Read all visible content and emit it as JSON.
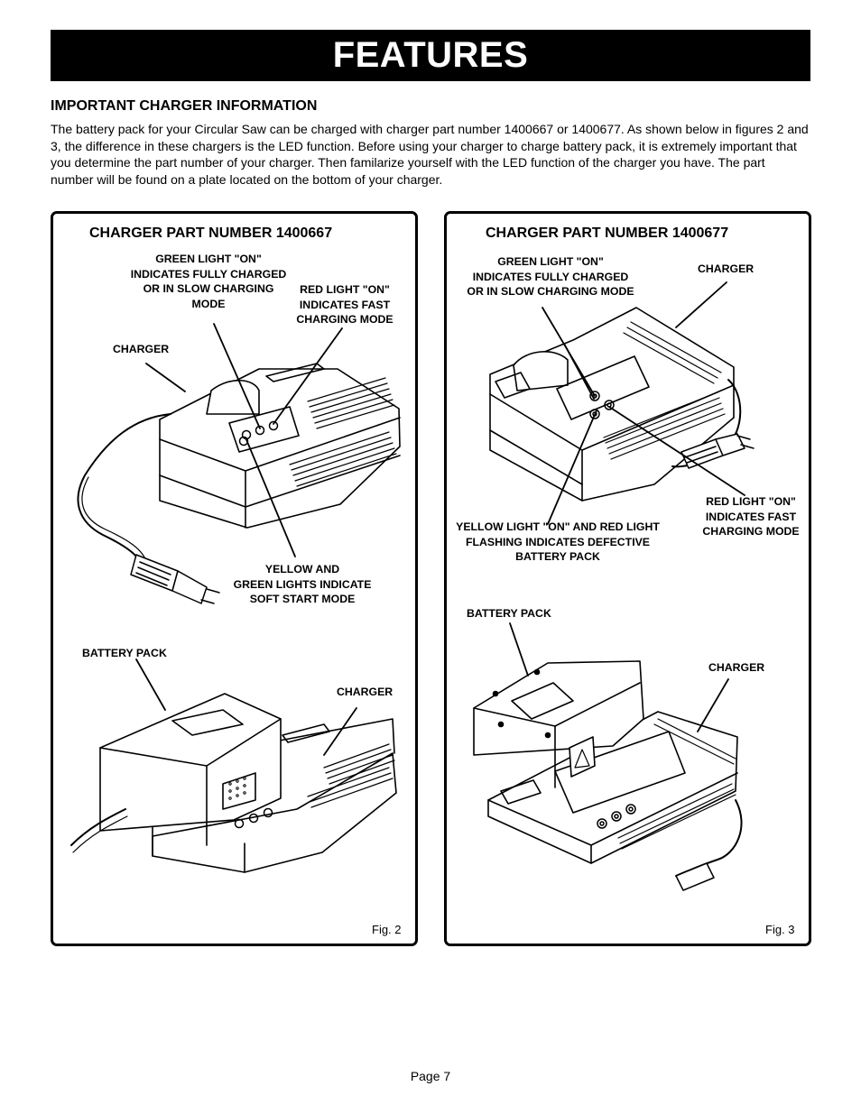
{
  "header": {
    "banner_title": "FEATURES"
  },
  "section": {
    "heading": "IMPORTANT CHARGER INFORMATION",
    "intro": "The battery pack for your Circular Saw can be charged with charger part number 1400667 or 1400677. As shown below in figures 2 and 3, the difference in these chargers is the LED function. Before using your charger to charge battery pack, it is extremely important that you determine the part number of your charger. Then familarize yourself with the LED function of the charger you have. The part number will be found on a plate located on the bottom of your charger."
  },
  "figures": [
    {
      "title": "CHARGER PART NUMBER 1400667",
      "callouts": {
        "green_light": [
          "GREEN LIGHT \"ON\"",
          "INDICATES FULLY CHARGED",
          "OR IN SLOW CHARGING",
          "MODE"
        ],
        "red_light": [
          "RED LIGHT \"ON\"",
          "INDICATES FAST",
          "CHARGING  MODE"
        ],
        "charger_top": "CHARGER",
        "yellow_green": [
          "YELLOW AND",
          "GREEN LIGHTS INDICATE",
          "SOFT START MODE"
        ],
        "battery_pack": "BATTERY PACK",
        "charger_bottom": "CHARGER"
      },
      "fig_label": "Fig. 2"
    },
    {
      "title": "CHARGER PART NUMBER 1400677",
      "callouts": {
        "green_light": [
          "GREEN LIGHT \"ON\"",
          "INDICATES FULLY CHARGED",
          "OR IN SLOW CHARGING MODE"
        ],
        "charger_top": "CHARGER",
        "red_light": [
          "RED LIGHT \"ON\"",
          "INDICATES FAST",
          "CHARGING MODE"
        ],
        "yellow_red": [
          "YELLOW LIGHT \"ON\" AND RED LIGHT",
          "FLASHING  INDICATES DEFECTIVE",
          "BATTERY PACK"
        ],
        "battery_pack": "BATTERY PACK",
        "charger_bottom": "CHARGER"
      },
      "fig_label": "Fig. 3"
    }
  ],
  "footer": {
    "page_number": "Page 7"
  }
}
